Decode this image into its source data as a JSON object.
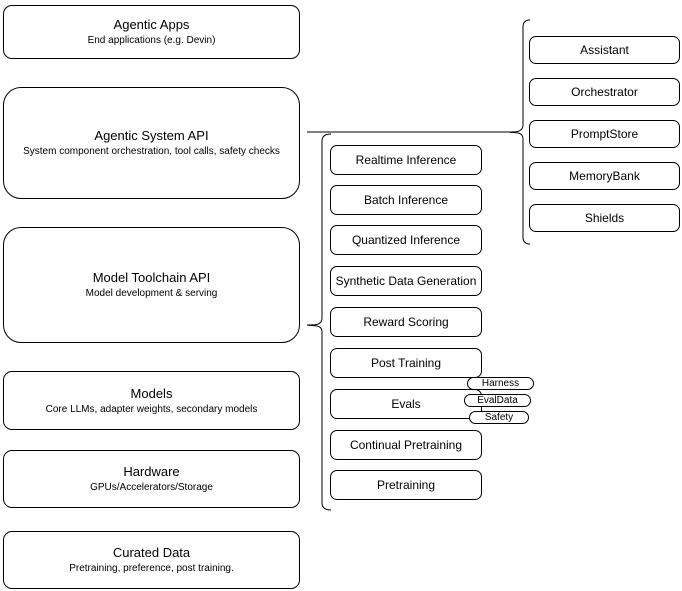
{
  "diagram": {
    "left_stack": [
      {
        "title": "Agentic Apps",
        "subtitle": "End applications (e.g. Devin)"
      },
      {
        "title": "Agentic System API",
        "subtitle": "System component orchestration, tool calls, safety checks"
      },
      {
        "title": "Model Toolchain API",
        "subtitle": "Model development & serving"
      },
      {
        "title": "Models",
        "subtitle": "Core LLMs, adapter weights, secondary models"
      },
      {
        "title": "Hardware",
        "subtitle": "GPUs/Accelerators/Storage"
      },
      {
        "title": "Curated Data",
        "subtitle": "Pretraining, preference, post training."
      }
    ],
    "toolchain_services": [
      "Realtime Inference",
      "Batch Inference",
      "Quantized Inference",
      "Synthetic Data Generation",
      "Reward Scoring",
      "Post Training",
      "Evals",
      "Continual Pretraining",
      "Pretraining"
    ],
    "evals_tags": [
      "Harness",
      "EvalData",
      "Safety"
    ],
    "system_components": [
      "Assistant",
      "Orchestrator",
      "PromptStore",
      "MemoryBank",
      "Shields"
    ],
    "colors": {
      "stroke": "#000000",
      "fill": "#ffffff",
      "background": "#ffffff"
    }
  }
}
